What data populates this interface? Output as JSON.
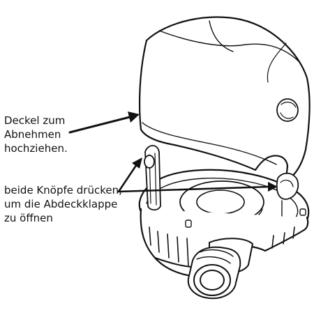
{
  "diagram": {
    "callouts": [
      {
        "id": "cover",
        "lines": [
          "Deckel zum",
          "Abnehmen",
          "hochziehen."
        ]
      },
      {
        "id": "buttons",
        "lines": [
          "beide Knöpfe drücken,",
          "um die Abdeckklappe",
          "zu öffnen"
        ]
      }
    ],
    "colors": {
      "line": "#111111",
      "fill": "#ffffff"
    }
  }
}
